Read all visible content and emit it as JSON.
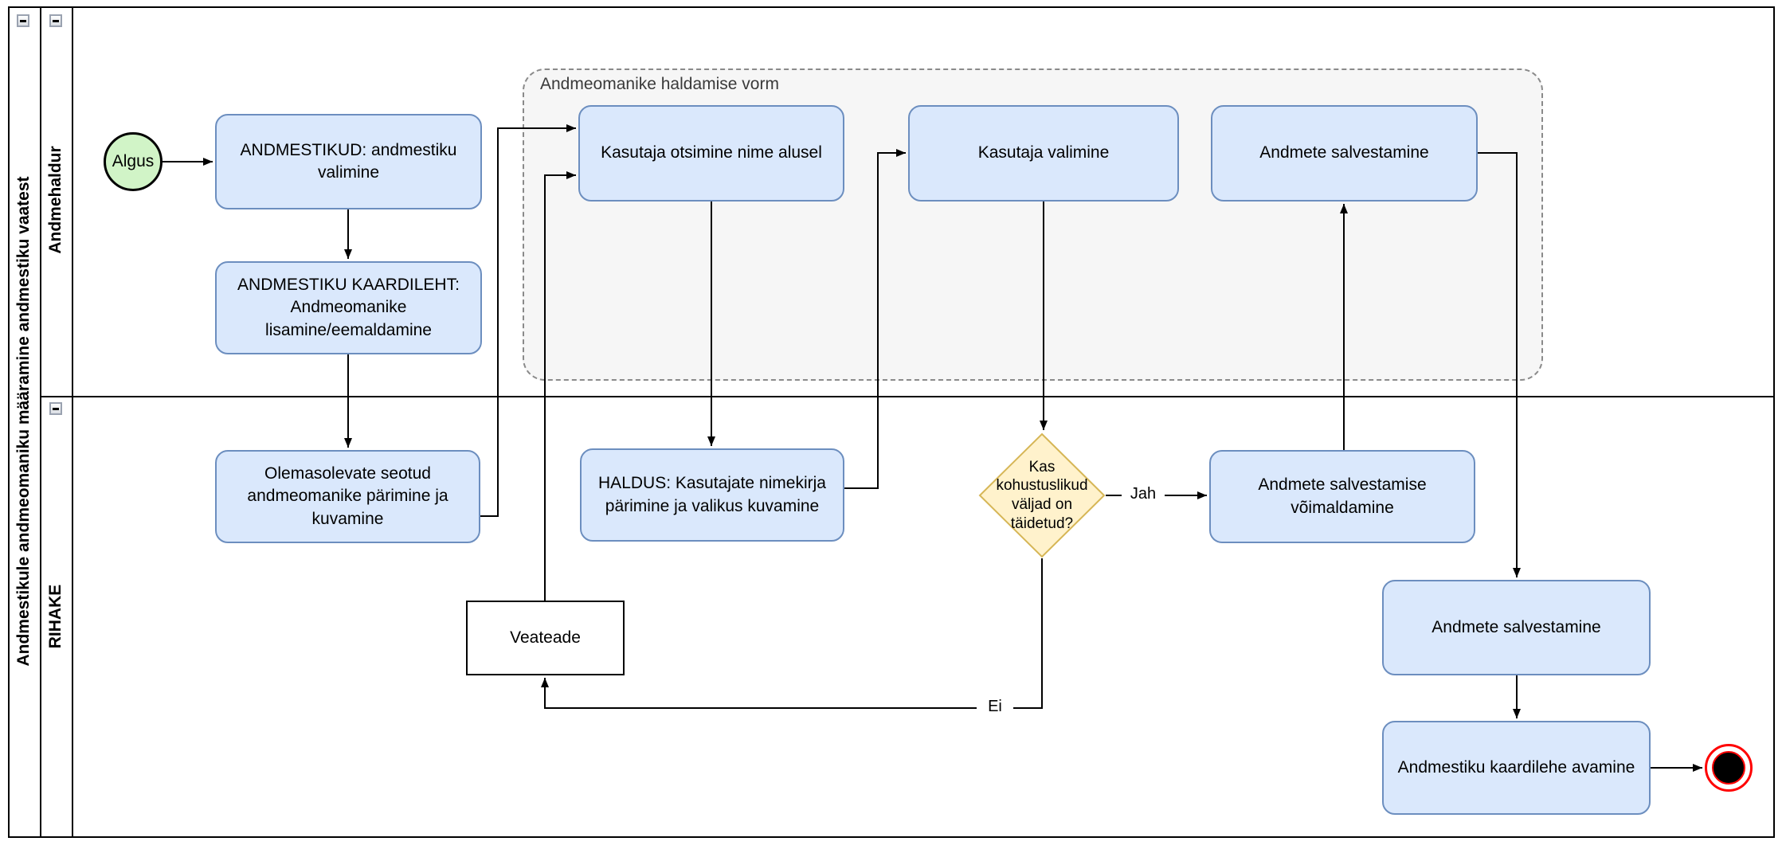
{
  "pool": {
    "title": "Andmestikule andmeomaniku määramine andmestiku vaatest",
    "lanes": [
      {
        "name": "Andmehaldur"
      },
      {
        "name": "RIHAKE"
      }
    ]
  },
  "group": {
    "label": "Andmeomanike haldamise vorm"
  },
  "nodes": {
    "start": {
      "label": "Algus"
    },
    "task_andmestikud": {
      "label": "ANDMESTIKUD: andmestiku valimine"
    },
    "task_kaardileht": {
      "label": "ANDMESTIKU KAARDILEHT: Andmeomanike lisamine/eemaldamine"
    },
    "task_otsimine": {
      "label": "Kasutaja otsimine nime alusel"
    },
    "task_valimine": {
      "label": "Kasutaja valimine"
    },
    "task_salvestamine_top": {
      "label": "Andmete salvestamine"
    },
    "task_olemasolevate": {
      "label": "Olemasolevate seotud andmeomanike pärimine ja kuvamine"
    },
    "task_haldus": {
      "label": "HALDUS: Kasutajate nimekirja pärimine ja valikus kuvamine"
    },
    "task_voimaldamine": {
      "label": "Andmete salvestamise võimaldamine"
    },
    "task_salvestamine_bottom": {
      "label": "Andmete salvestamine"
    },
    "task_avamine": {
      "label": "Andmestiku kaardilehe avamine"
    },
    "veateade": {
      "label": "Veateade"
    },
    "decision": {
      "label": "Kas kohustuslikud väljad on täidetud?"
    }
  },
  "edge_labels": {
    "yes": "Jah",
    "no": "Ei"
  },
  "colors": {
    "task_fill": "#dae8fc",
    "task_border": "#6c8ebf",
    "start_fill": "#d1f4c7",
    "decision_fill": "#fff2cc",
    "decision_border": "#d6b656",
    "group_fill": "#f6f6f6",
    "group_border": "#8a8a8a",
    "end_ring": "#ff0000",
    "end_fill": "#000000",
    "edge": "#000000"
  }
}
